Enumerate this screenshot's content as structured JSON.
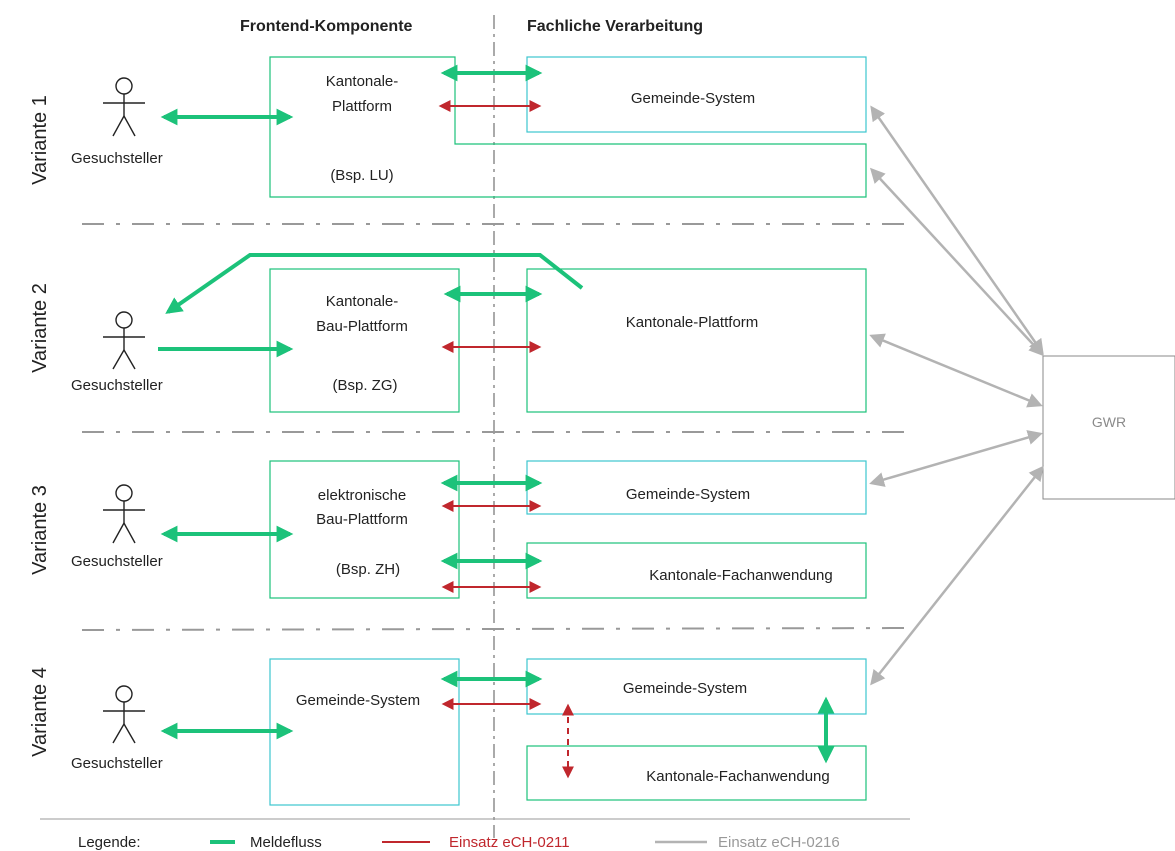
{
  "headers": {
    "frontend": "Frontend-Komponente",
    "fachlich": "Fachliche Verarbeitung"
  },
  "actor_label": "Gesuchsteller",
  "variants": [
    {
      "label": "Variante 1",
      "frontend_lines": [
        "Kantonale-",
        "Plattform"
      ],
      "frontend_example": "(Bsp. LU)",
      "backend": [
        "Gemeinde-System"
      ]
    },
    {
      "label": "Variante 2",
      "frontend_lines": [
        "Kantonale-",
        "Bau-Plattform"
      ],
      "frontend_example": "(Bsp. ZG)",
      "backend": [
        "Kantonale-Plattform"
      ]
    },
    {
      "label": "Variante 3",
      "frontend_lines": [
        "elektronische",
        "Bau-Plattform"
      ],
      "frontend_example": "(Bsp. ZH)",
      "backend": [
        "Gemeinde-System",
        "Kantonale-Fachanwendung"
      ]
    },
    {
      "label": "Variante 4",
      "frontend_lines": [
        "Gemeinde-System"
      ],
      "frontend_example": "",
      "backend": [
        "Gemeinde-System",
        "Kantonale-Fachanwendung"
      ]
    }
  ],
  "gwr_label": "GWR",
  "legend": {
    "title": "Legende:",
    "items": [
      {
        "label": "Meldefluss",
        "color": "#1cc27a"
      },
      {
        "label": "Einsatz eCH-0211",
        "color": "#c0272d"
      },
      {
        "label": "Einsatz eCH-0216",
        "color": "#b3b3b3"
      }
    ]
  },
  "colors": {
    "green": "#1cc27a",
    "teal": "#3cc6cf",
    "red": "#c0272d",
    "gray": "#b3b3b3"
  }
}
